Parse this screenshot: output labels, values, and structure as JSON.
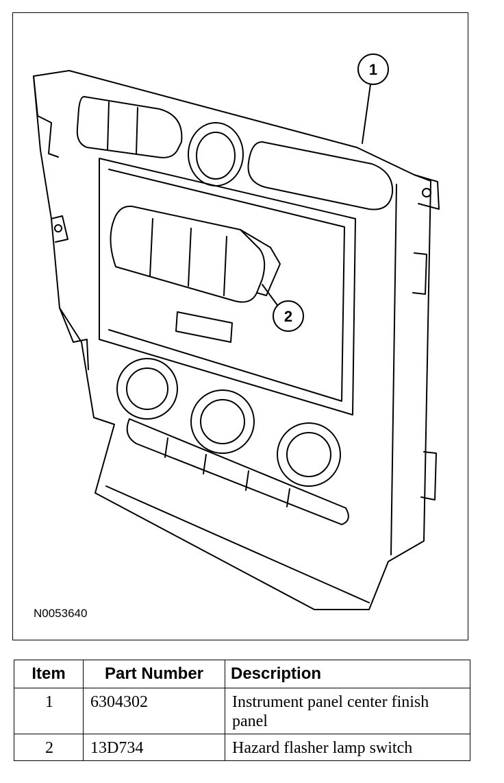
{
  "figure": {
    "id": "N0053640",
    "callouts": [
      "1",
      "2"
    ]
  },
  "table": {
    "headers": {
      "item": "Item",
      "part_number": "Part Number",
      "description": "Description"
    },
    "rows": [
      {
        "item": "1",
        "part_number": "6304302",
        "description": "Instrument panel center finish panel"
      },
      {
        "item": "2",
        "part_number": "13D734",
        "description": "Hazard flasher lamp switch"
      }
    ]
  }
}
